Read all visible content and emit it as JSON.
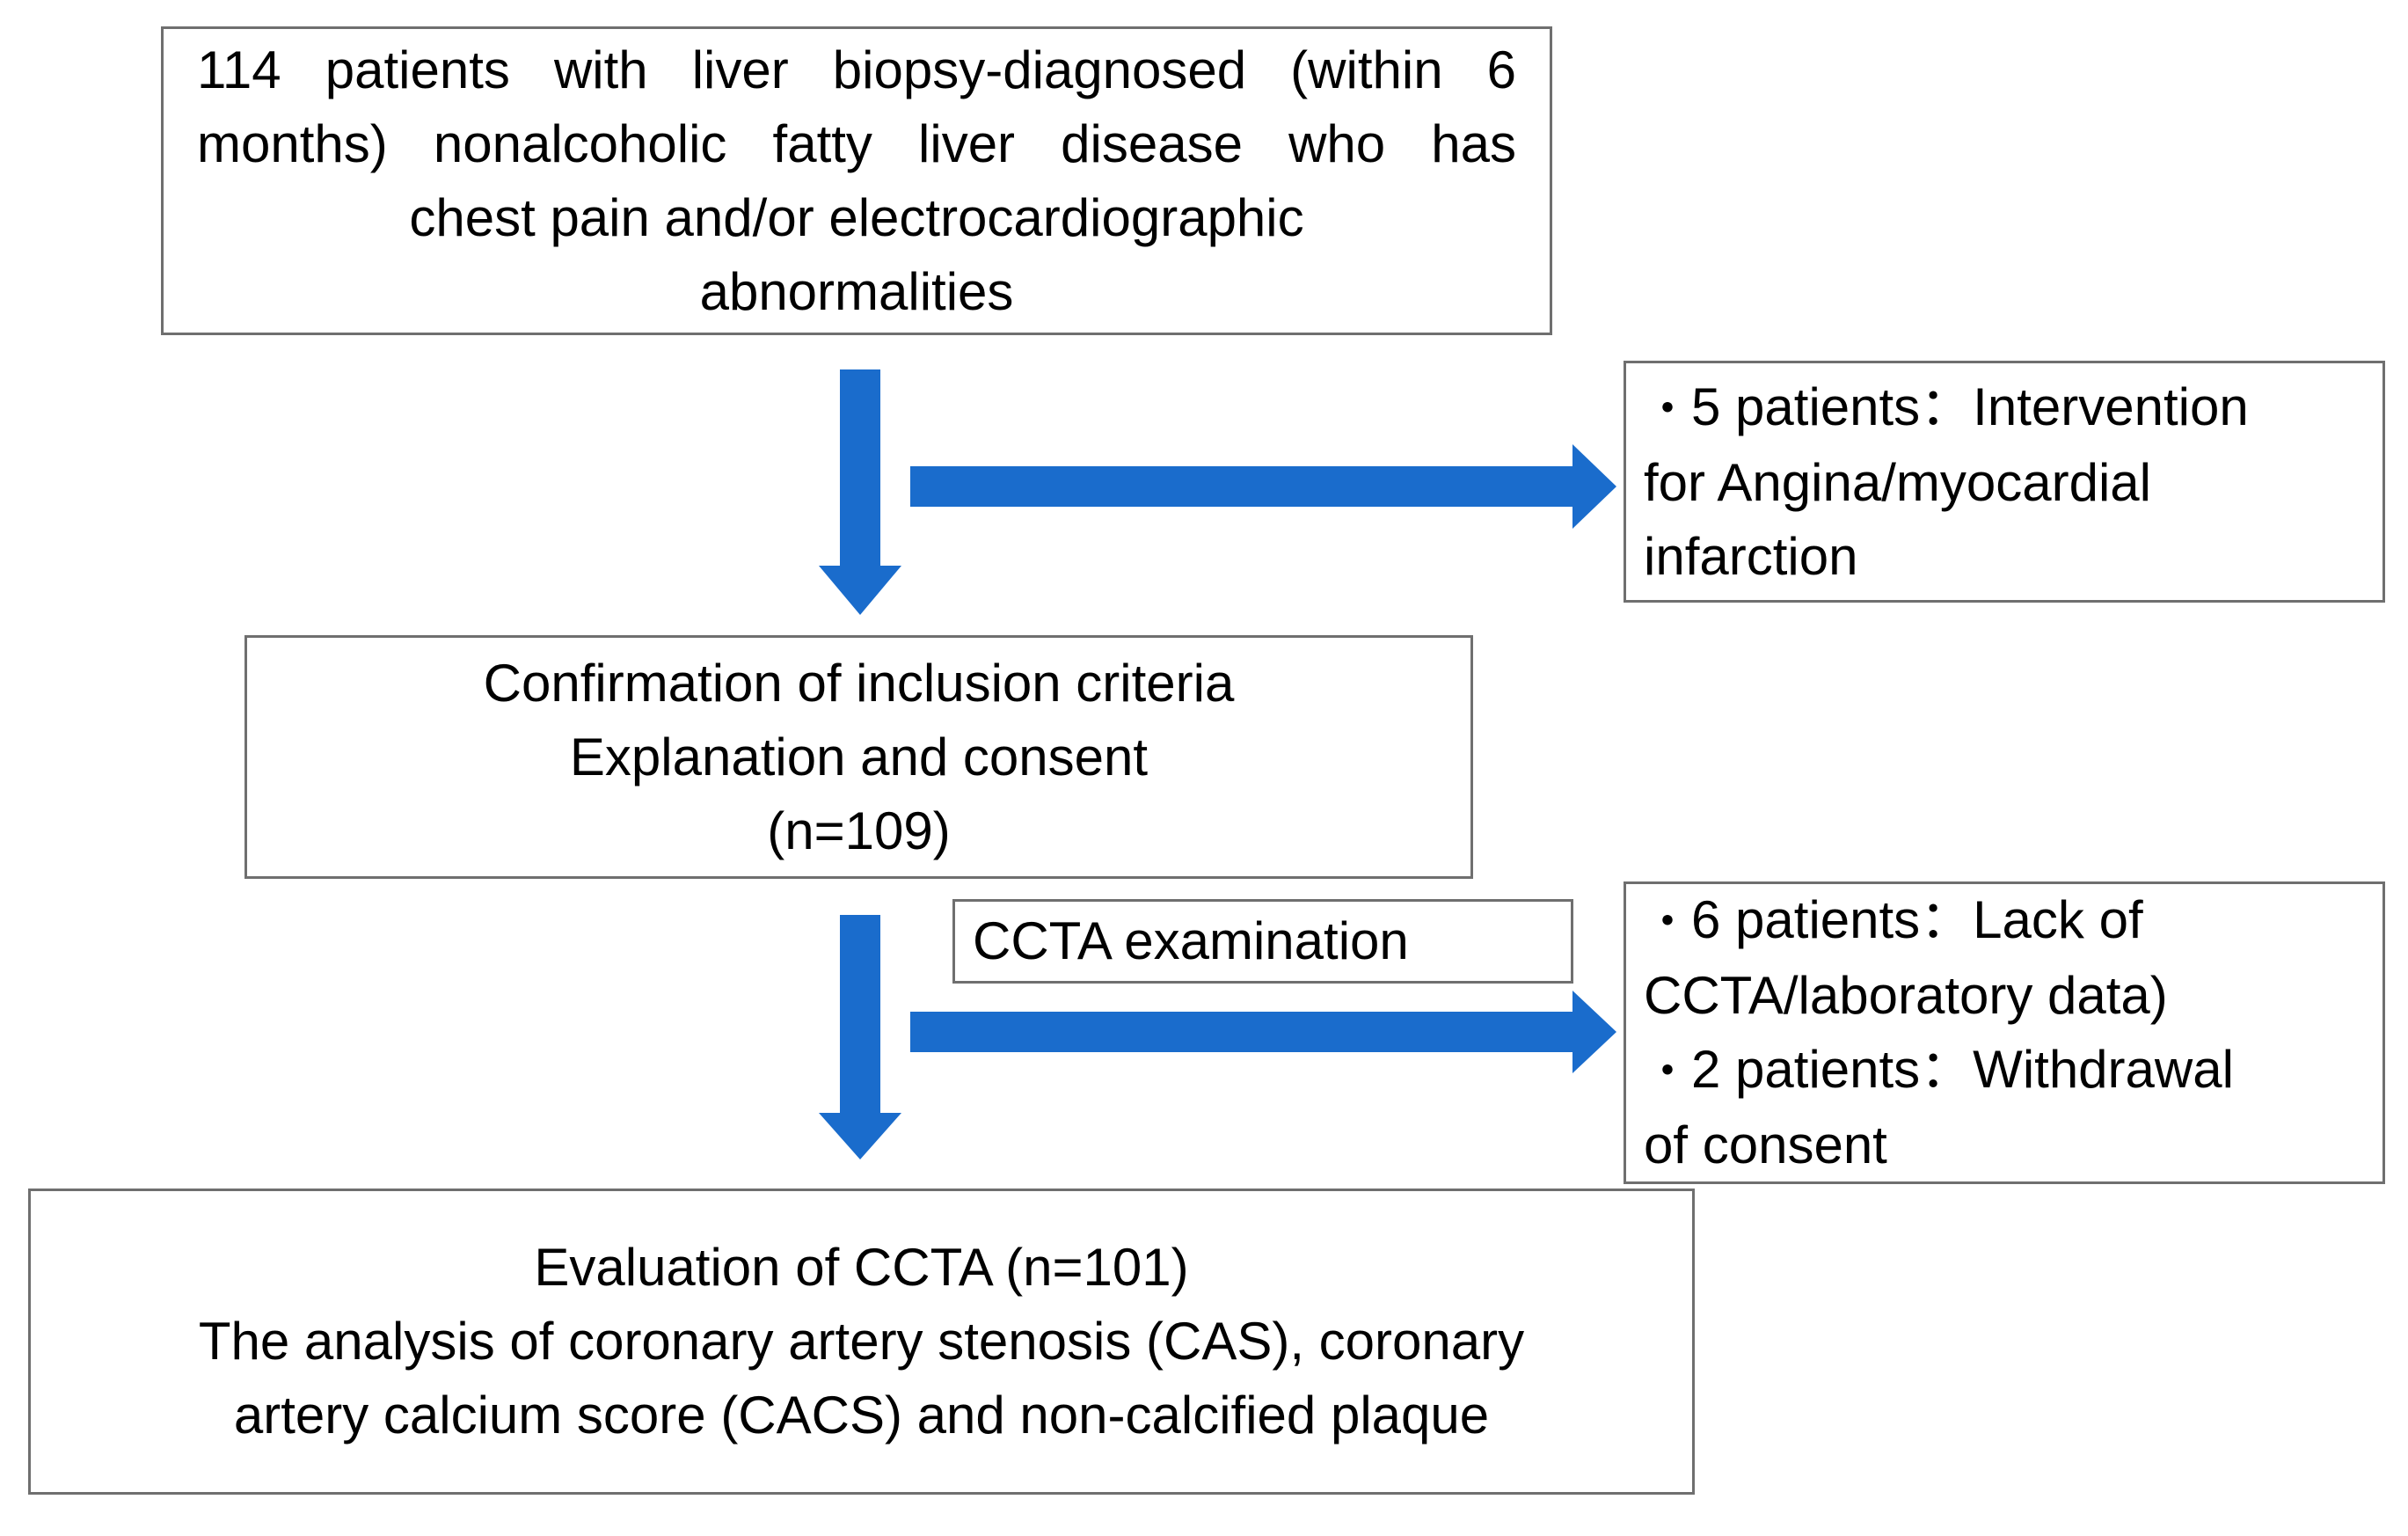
{
  "flowchart": {
    "enrollment_box": {
      "lines": [
        "114 patients with liver biopsy-diagnosed (within 6",
        "months) nonalcoholic fatty liver disease who has",
        "chest pain and/or electrocardiographic",
        "abnormalities"
      ]
    },
    "consent_box": {
      "lines": [
        "Confirmation of inclusion criteria",
        "Explanation and consent",
        "(n=109)"
      ]
    },
    "evaluation_box": {
      "lines": [
        "Evaluation of CCTA (n=101)",
        "The analysis of coronary artery stenosis (CAS), coronary",
        "artery calcium score (CACS) and non-calcified plaque"
      ]
    },
    "exclusion_box_1": {
      "bullet": "・",
      "lines": [
        "5 patients：Intervention",
        "for Angina/myocardial",
        "infarction"
      ]
    },
    "exclusion_box_2": {
      "bullet": "・",
      "lines": [
        "6 patients：Lack of",
        "CCTA/laboratory data)",
        "2 patients：Withdrawal",
        "of consent"
      ]
    },
    "ccta_label": "CCTA examination",
    "arrow_color": "#1a6ccc",
    "border_color": "#6f6f6f"
  }
}
